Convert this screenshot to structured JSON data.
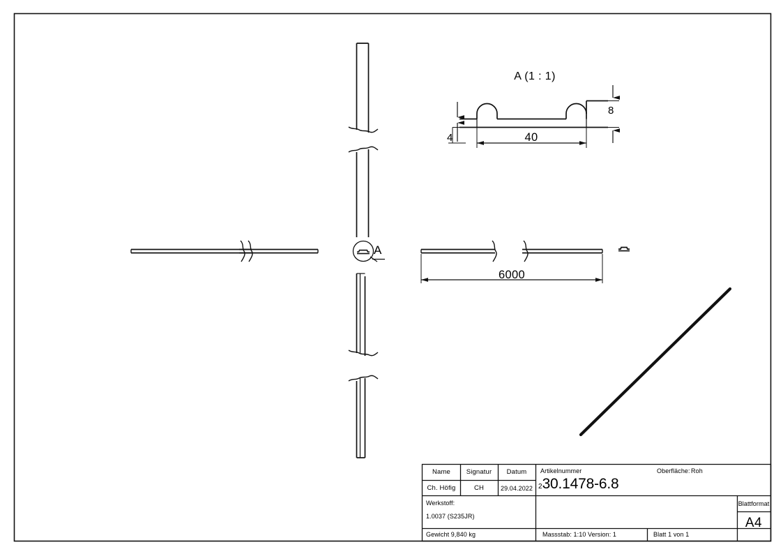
{
  "document": {
    "type": "technical-drawing",
    "sheet_format": "A4",
    "background": "#ffffff",
    "line_color": "#1a1a1a"
  },
  "detail_view": {
    "title": "A (1 : 1)",
    "callout_letter": "A",
    "dimensions": {
      "width": "40",
      "height_total": "8",
      "height_step": "4"
    }
  },
  "main_view": {
    "length_dimension": "6000"
  },
  "title_block": {
    "columns": {
      "name_header": "Name",
      "signature_header": "Signatur",
      "date_header": "Datum"
    },
    "values": {
      "name": "Ch. Höfig",
      "signature": "CH",
      "date": "29.04.2022"
    },
    "material_label": "Werkstoff:",
    "material_value": "1.0037 (S235JR)",
    "weight": "Gewicht 9,840 kg",
    "article_label": "Artikelnummer",
    "article_prefix": "2",
    "article_number": "30.1478-6.8",
    "surface_label": "Oberfläche:",
    "surface_value": "Roh",
    "sheet_format_label": "Blattformat",
    "sheet_format_value": "A4",
    "scale": "Massstab: 1:10",
    "version": "Version: 1",
    "sheet_count": "Blatt 1 von 1"
  }
}
